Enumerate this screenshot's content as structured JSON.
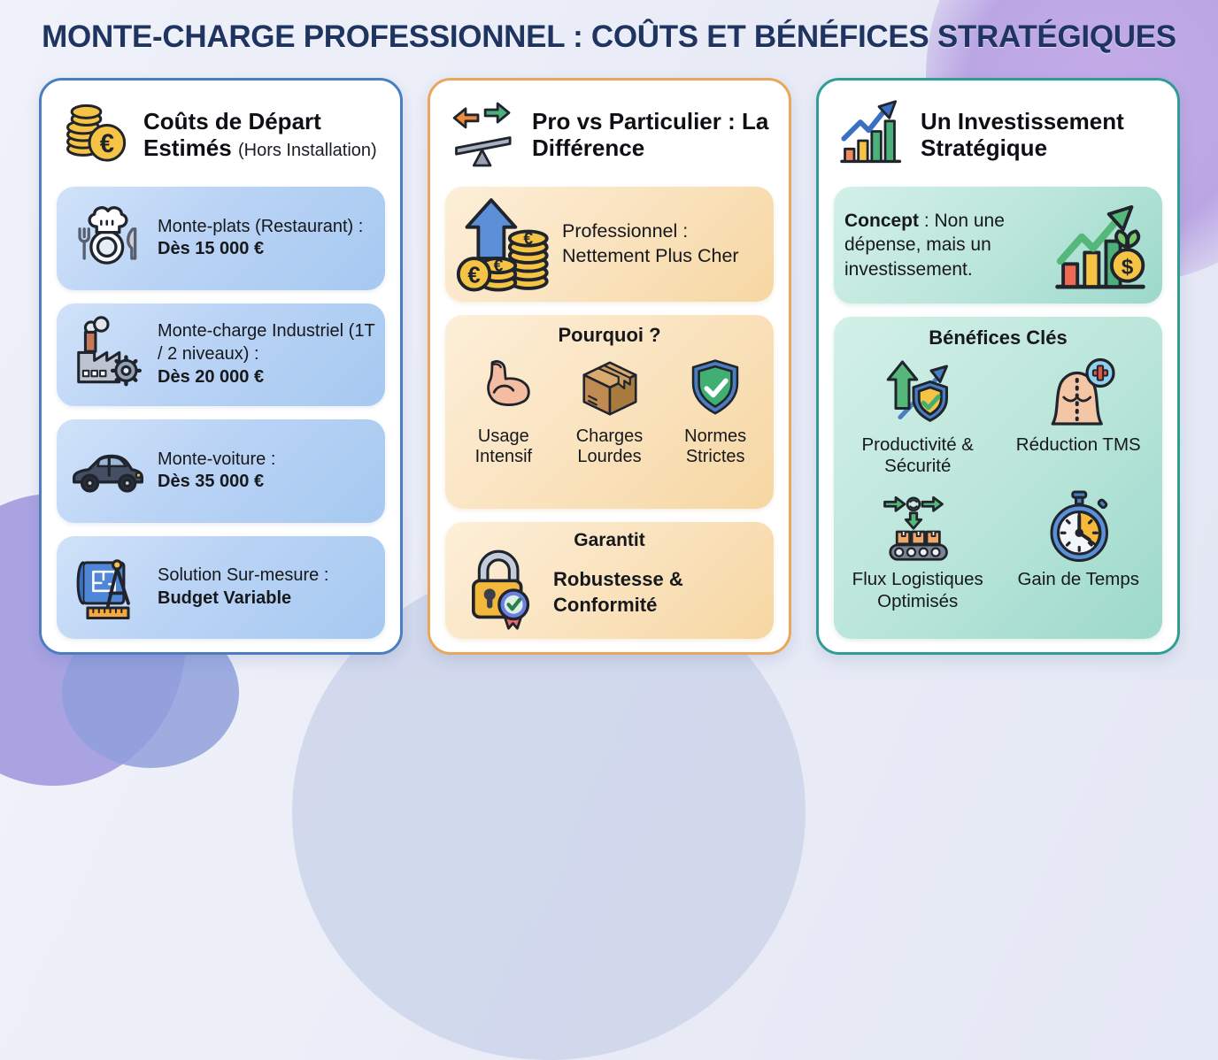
{
  "title": "MONTE-CHARGE PROFESSIONNEL : COÛTS ET BÉNÉFICES STRATÉGIQUES",
  "costs": {
    "title": "Coûts de Départ Estimés",
    "note": "(Hors Installation)",
    "items": [
      {
        "icon": "restaurant-icon",
        "label": "Monte-plats (Restaurant) :",
        "value": "Dès 15 000 €"
      },
      {
        "icon": "factory-icon",
        "label": "Monte-charge Industriel (1T / 2 niveaux) :",
        "value": "Dès 20 000 €"
      },
      {
        "icon": "car-icon",
        "label": "Monte-voiture :",
        "value": "Dès 35 000 €"
      },
      {
        "icon": "blueprint-icon",
        "label": "Solution Sur-mesure :",
        "value": "Budget Variable"
      }
    ]
  },
  "comparison": {
    "title": "Pro vs Particulier : La Différence",
    "pro_statement": "Professionnel : Nettement Plus Cher",
    "why_title": "Pourquoi ?",
    "reasons": [
      {
        "icon": "muscle-icon",
        "label": "Usage Intensif"
      },
      {
        "icon": "box-icon",
        "label": "Charges Lourdes"
      },
      {
        "icon": "shield-check-icon",
        "label": "Normes Strictes"
      }
    ],
    "guarantee_title": "Garantit",
    "guarantee_value": "Robustesse & Conformité"
  },
  "investment": {
    "title": "Un Investissement Stratégique",
    "concept_label": "Concept",
    "concept_text": " : Non une dépense, mais un investissement.",
    "benefits_title": "Bénéfices Clés",
    "benefits": [
      {
        "icon": "productivity-shield-icon",
        "label": "Productivité & Sécurité"
      },
      {
        "icon": "back-health-icon",
        "label": "Réduction TMS"
      },
      {
        "icon": "conveyor-icon",
        "label": "Flux Logistiques Optimisés"
      },
      {
        "icon": "stopwatch-icon",
        "label": "Gain de Temps"
      }
    ]
  },
  "colors": {
    "title_text": "#1F3460",
    "costs_border": "#4A7EC2",
    "comparison_border": "#E9A75C",
    "investment_border": "#2E9E94",
    "costs_item_bg": "#BCD7F5",
    "comparison_box_bg": "#FAE3BF",
    "investment_box_bg": "#BCE6DB",
    "gold": "#F6C445",
    "green": "#4CB07A",
    "blue": "#4A7EC2",
    "orange_arrow": "#F08A3C"
  }
}
